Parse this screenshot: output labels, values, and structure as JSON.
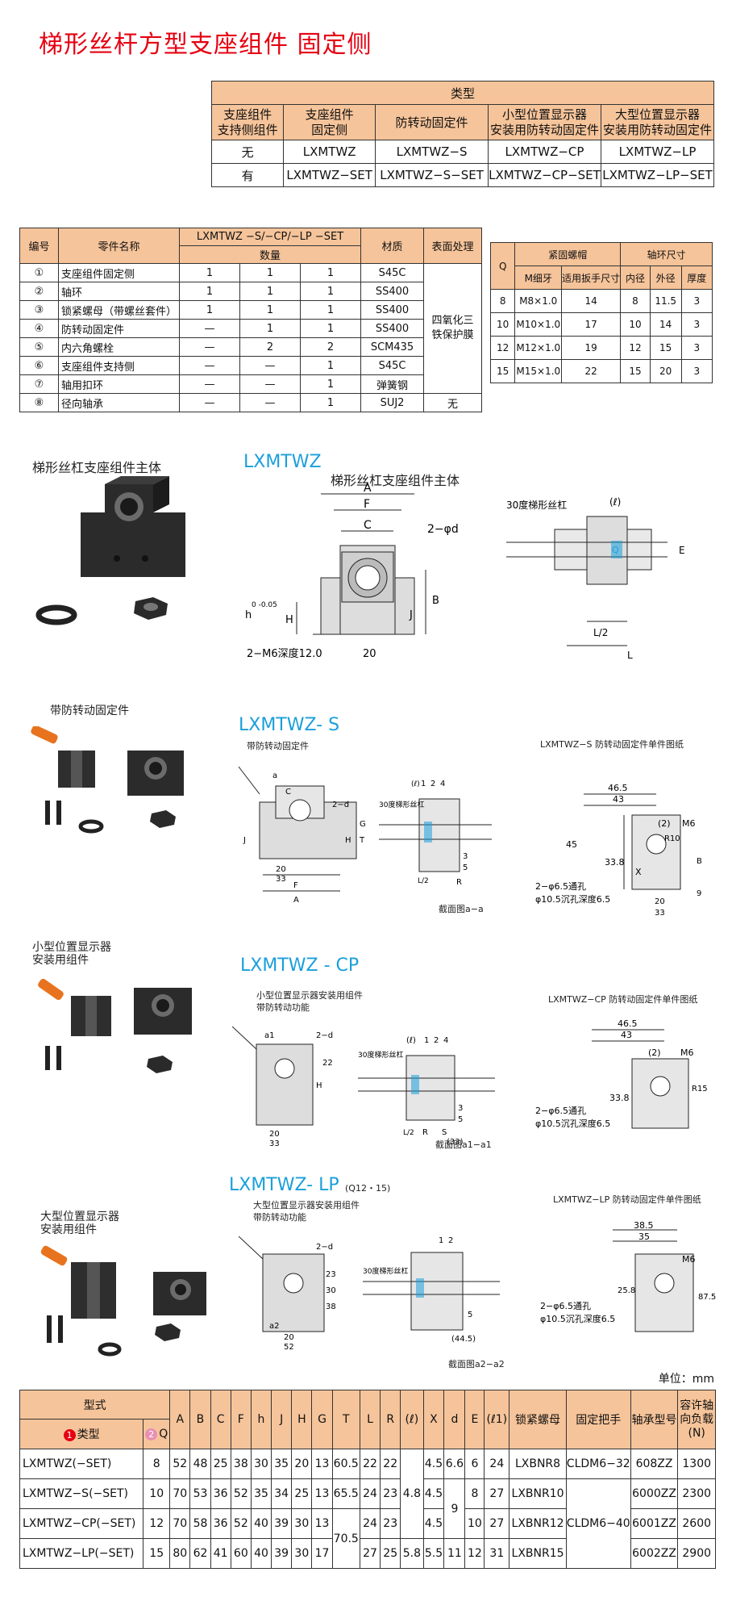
{
  "title": "梯形丝杆方型支座组件 固定侧",
  "type_table": {
    "header": "类型",
    "cols": [
      "支座组件\n支持侧组件",
      "支座组件\n固定侧",
      "防转动固定件",
      "小型位置显示器\n安装用防转动固定件",
      "大型位置显示器\n安装用防转动固定件"
    ],
    "rows": [
      [
        "无",
        "LXMTWZ",
        "LXMTWZ−S",
        "LXMTWZ−CP",
        "LXMTWZ−LP"
      ],
      [
        "有",
        "LXMTWZ−SET",
        "LXMTWZ−S−SET",
        "LXMTWZ−CP−SET",
        "LXMTWZ−LP−SET"
      ]
    ]
  },
  "parts_table": {
    "h_no": "编号",
    "h_name": "零件名称",
    "h_models": "LXMTWZ −S/−CP/−LP −SET",
    "h_qty": "数量",
    "h_material": "材质",
    "h_surface": "表面处理",
    "surface_merged": "四氧化三铁保护膜",
    "rows": [
      {
        "no": "①",
        "name": "支座组件固定侧",
        "q1": "1",
        "q2": "1",
        "q3": "1",
        "mat": "S45C"
      },
      {
        "no": "②",
        "name": "轴环",
        "q1": "1",
        "q2": "1",
        "q3": "1",
        "mat": "SS400"
      },
      {
        "no": "③",
        "name": "锁紧螺母（带螺丝套件）",
        "q1": "1",
        "q2": "1",
        "q3": "1",
        "mat": "SS400"
      },
      {
        "no": "④",
        "name": "防转动固定件",
        "q1": "—",
        "q2": "1",
        "q3": "1",
        "mat": "SS400"
      },
      {
        "no": "⑤",
        "name": "内六角螺栓",
        "q1": "—",
        "q2": "2",
        "q3": "2",
        "mat": "SCM435"
      },
      {
        "no": "⑥",
        "name": "支座组件支持侧",
        "q1": "—",
        "q2": "—",
        "q3": "1",
        "mat": "S45C"
      },
      {
        "no": "⑦",
        "name": "轴用扣环",
        "q1": "—",
        "q2": "—",
        "q3": "1",
        "mat": "弹簧钢"
      },
      {
        "no": "⑧",
        "name": "径向轴承",
        "q1": "—",
        "q2": "—",
        "q3": "1",
        "mat": "SUJ2",
        "surf": "无"
      }
    ]
  },
  "q_table": {
    "h_q": "Q",
    "h_nut": "紧固螺帽",
    "h_collar": "轴环尺寸",
    "sub": [
      "M细牙",
      "适用扳手尺寸",
      "内径",
      "外径",
      "厚度"
    ],
    "rows": [
      [
        "8",
        "M8×1.0",
        "14",
        "8",
        "11.5",
        "3"
      ],
      [
        "10",
        "M10×1.0",
        "17",
        "10",
        "14",
        "3"
      ],
      [
        "12",
        "M12×1.0",
        "19",
        "12",
        "15",
        "3"
      ],
      [
        "15",
        "M15×1.0",
        "22",
        "15",
        "20",
        "3"
      ]
    ]
  },
  "sec1": {
    "label": "梯形丝杠支座组件主体",
    "model": "LXMTWZ",
    "caption": "梯形丝杠支座组件主体",
    "dims": {
      "A": "A",
      "F": "F",
      "C": "C",
      "d": "2−φd",
      "h": "h",
      "tol": "0\n-0.05",
      "H": "H",
      "J": "J",
      "B": "B",
      "m6": "2−M6深度12.0",
      "w20": "20",
      "screw": "30度梯形丝杠",
      "l": "(ℓ)",
      "Q": "Q",
      "E": "E",
      "L2": "L/2",
      "L": "L"
    }
  },
  "sec2": {
    "label": "带防转动固定件",
    "model": "LXMTWZ- S",
    "caption": "带防转动固定件",
    "detail_title": "LXMTWZ−S 防转动固定件单件图纸",
    "section": "截面图a−a",
    "screw": "30度梯形丝杠",
    "dims": {
      "a": "a",
      "C": "C",
      "d": "2−d",
      "d20": "20",
      "d33": "33",
      "F": "F",
      "A": "A",
      "J": "J",
      "G": "G",
      "H": "H",
      "T": "T",
      "L2": "L/2",
      "R": "R",
      "n1": "1",
      "n2": "2",
      "n3": "3",
      "n4": "4",
      "n5": "5",
      "l": "(ℓ)",
      "d465": "46.5",
      "d43": "43",
      "d45": "45",
      "p2": "(2)",
      "M6": "M6",
      "R10": "R10",
      "d338": "33.8",
      "X": "X",
      "B": "B",
      "d9": "9",
      "hole": "2−φ6.5通孔",
      "cb": "φ10.5沉孔深度6.5"
    }
  },
  "sec3": {
    "label": "小型位置显示器\n安装用组件",
    "model": "LXMTWZ - CP",
    "caption": "小型位置显示器安装用组件\n带防转动功能",
    "detail_title": "LXMTWZ−CP 防转动固定件单件图纸",
    "section": "截面图a1−a1",
    "screw": "30度梯形丝杠",
    "dims": {
      "a1": "a1",
      "d": "2−d",
      "d22": "22",
      "H": "H",
      "d20": "20",
      "d33": "33",
      "L2": "L/2",
      "R": "R",
      "S": "S",
      "p33": "(33)",
      "d465": "46.5",
      "d43": "43",
      "p2": "(2)",
      "M6": "M6",
      "d338": "33.8",
      "R15": "R15",
      "hole": "2−φ6.5通孔",
      "cb": "φ10.5沉孔深度6.5",
      "n1": "1",
      "n2": "2",
      "n4": "4",
      "n3": "3",
      "n5": "5",
      "l": "(ℓ)"
    }
  },
  "sec4": {
    "label": "大型位置显示器\n安装用组件",
    "model": "LXMTWZ- LP",
    "note": "(Q12・15)",
    "caption": "大型位置显示器安装用组件\n带防转动功能",
    "detail_title": "LXMTWZ−LP 防转动固定件单件图纸",
    "section": "截面图a2−a2",
    "screw": "30度梯形丝杠",
    "dims": {
      "a2": "a2",
      "d": "2−d",
      "d23": "23",
      "d30": "30",
      "d38": "38",
      "d20": "20",
      "d52": "52",
      "p445": "(44.5)",
      "d385": "38.5",
      "d35": "35",
      "M6": "M6",
      "d258": "25.8",
      "d875": "87.5",
      "hole": "2−φ6.5通孔",
      "cb": "φ10.5沉孔深度6.5",
      "n1": "1",
      "n2": "2",
      "n5": "5"
    }
  },
  "unit": "单位：mm",
  "spec_table": {
    "h_model": "型式",
    "h_type": "类型",
    "h_q": "Q",
    "type_num": "1",
    "q_num": "2",
    "cols": [
      "A",
      "B",
      "C",
      "F",
      "h",
      "J",
      "H",
      "G",
      "T",
      "L",
      "R",
      "(ℓ)",
      "X",
      "d",
      "E",
      "(ℓ1)",
      "锁紧螺母",
      "固定把手",
      "轴承型号",
      "容许轴向负载(N)"
    ],
    "types": [
      "LXMTWZ(−SET)",
      "LXMTWZ−S(−SET)",
      "LXMTWZ−CP(−SET)",
      "LXMTWZ−LP(−SET)"
    ],
    "rows": [
      {
        "q": "8",
        "A": "52",
        "B": "48",
        "C": "25",
        "F": "38",
        "h": "30",
        "J": "35",
        "H": "20",
        "G": "13",
        "T": "60.5",
        "L": "22",
        "R": "22",
        "X": "4.5",
        "d": "6.6",
        "E": "6",
        "l1": "24",
        "nut": "LXBNR8",
        "handle": "CLDM6−32",
        "bearing": "608ZZ",
        "load": "1300"
      },
      {
        "q": "10",
        "A": "70",
        "B": "53",
        "C": "36",
        "F": "52",
        "h": "35",
        "J": "34",
        "H": "25",
        "G": "13",
        "T": "65.5",
        "L": "24",
        "R": "23",
        "X": "4.5",
        "E": "8",
        "l1": "27",
        "nut": "LXBNR10",
        "bearing": "6000ZZ",
        "load": "2300"
      },
      {
        "q": "12",
        "A": "70",
        "B": "58",
        "C": "36",
        "F": "52",
        "h": "40",
        "J": "39",
        "H": "30",
        "G": "13",
        "L": "24",
        "R": "23",
        "X": "4.5",
        "E": "10",
        "l1": "27",
        "nut": "LXBNR12",
        "handle": "CLDM6−40",
        "bearing": "6001ZZ",
        "load": "2600"
      },
      {
        "q": "15",
        "A": "80",
        "B": "62",
        "C": "41",
        "F": "60",
        "h": "40",
        "J": "39",
        "H": "30",
        "G": "17",
        "L": "27",
        "R": "25",
        "l": "5.8",
        "X": "5.5",
        "d": "11",
        "E": "12",
        "l1": "31",
        "nut": "LXBNR15",
        "bearing": "6002ZZ",
        "load": "2900"
      }
    ],
    "merged": {
      "l_top": "4.8",
      "d_mid": "9",
      "T_low": "70.5"
    }
  }
}
